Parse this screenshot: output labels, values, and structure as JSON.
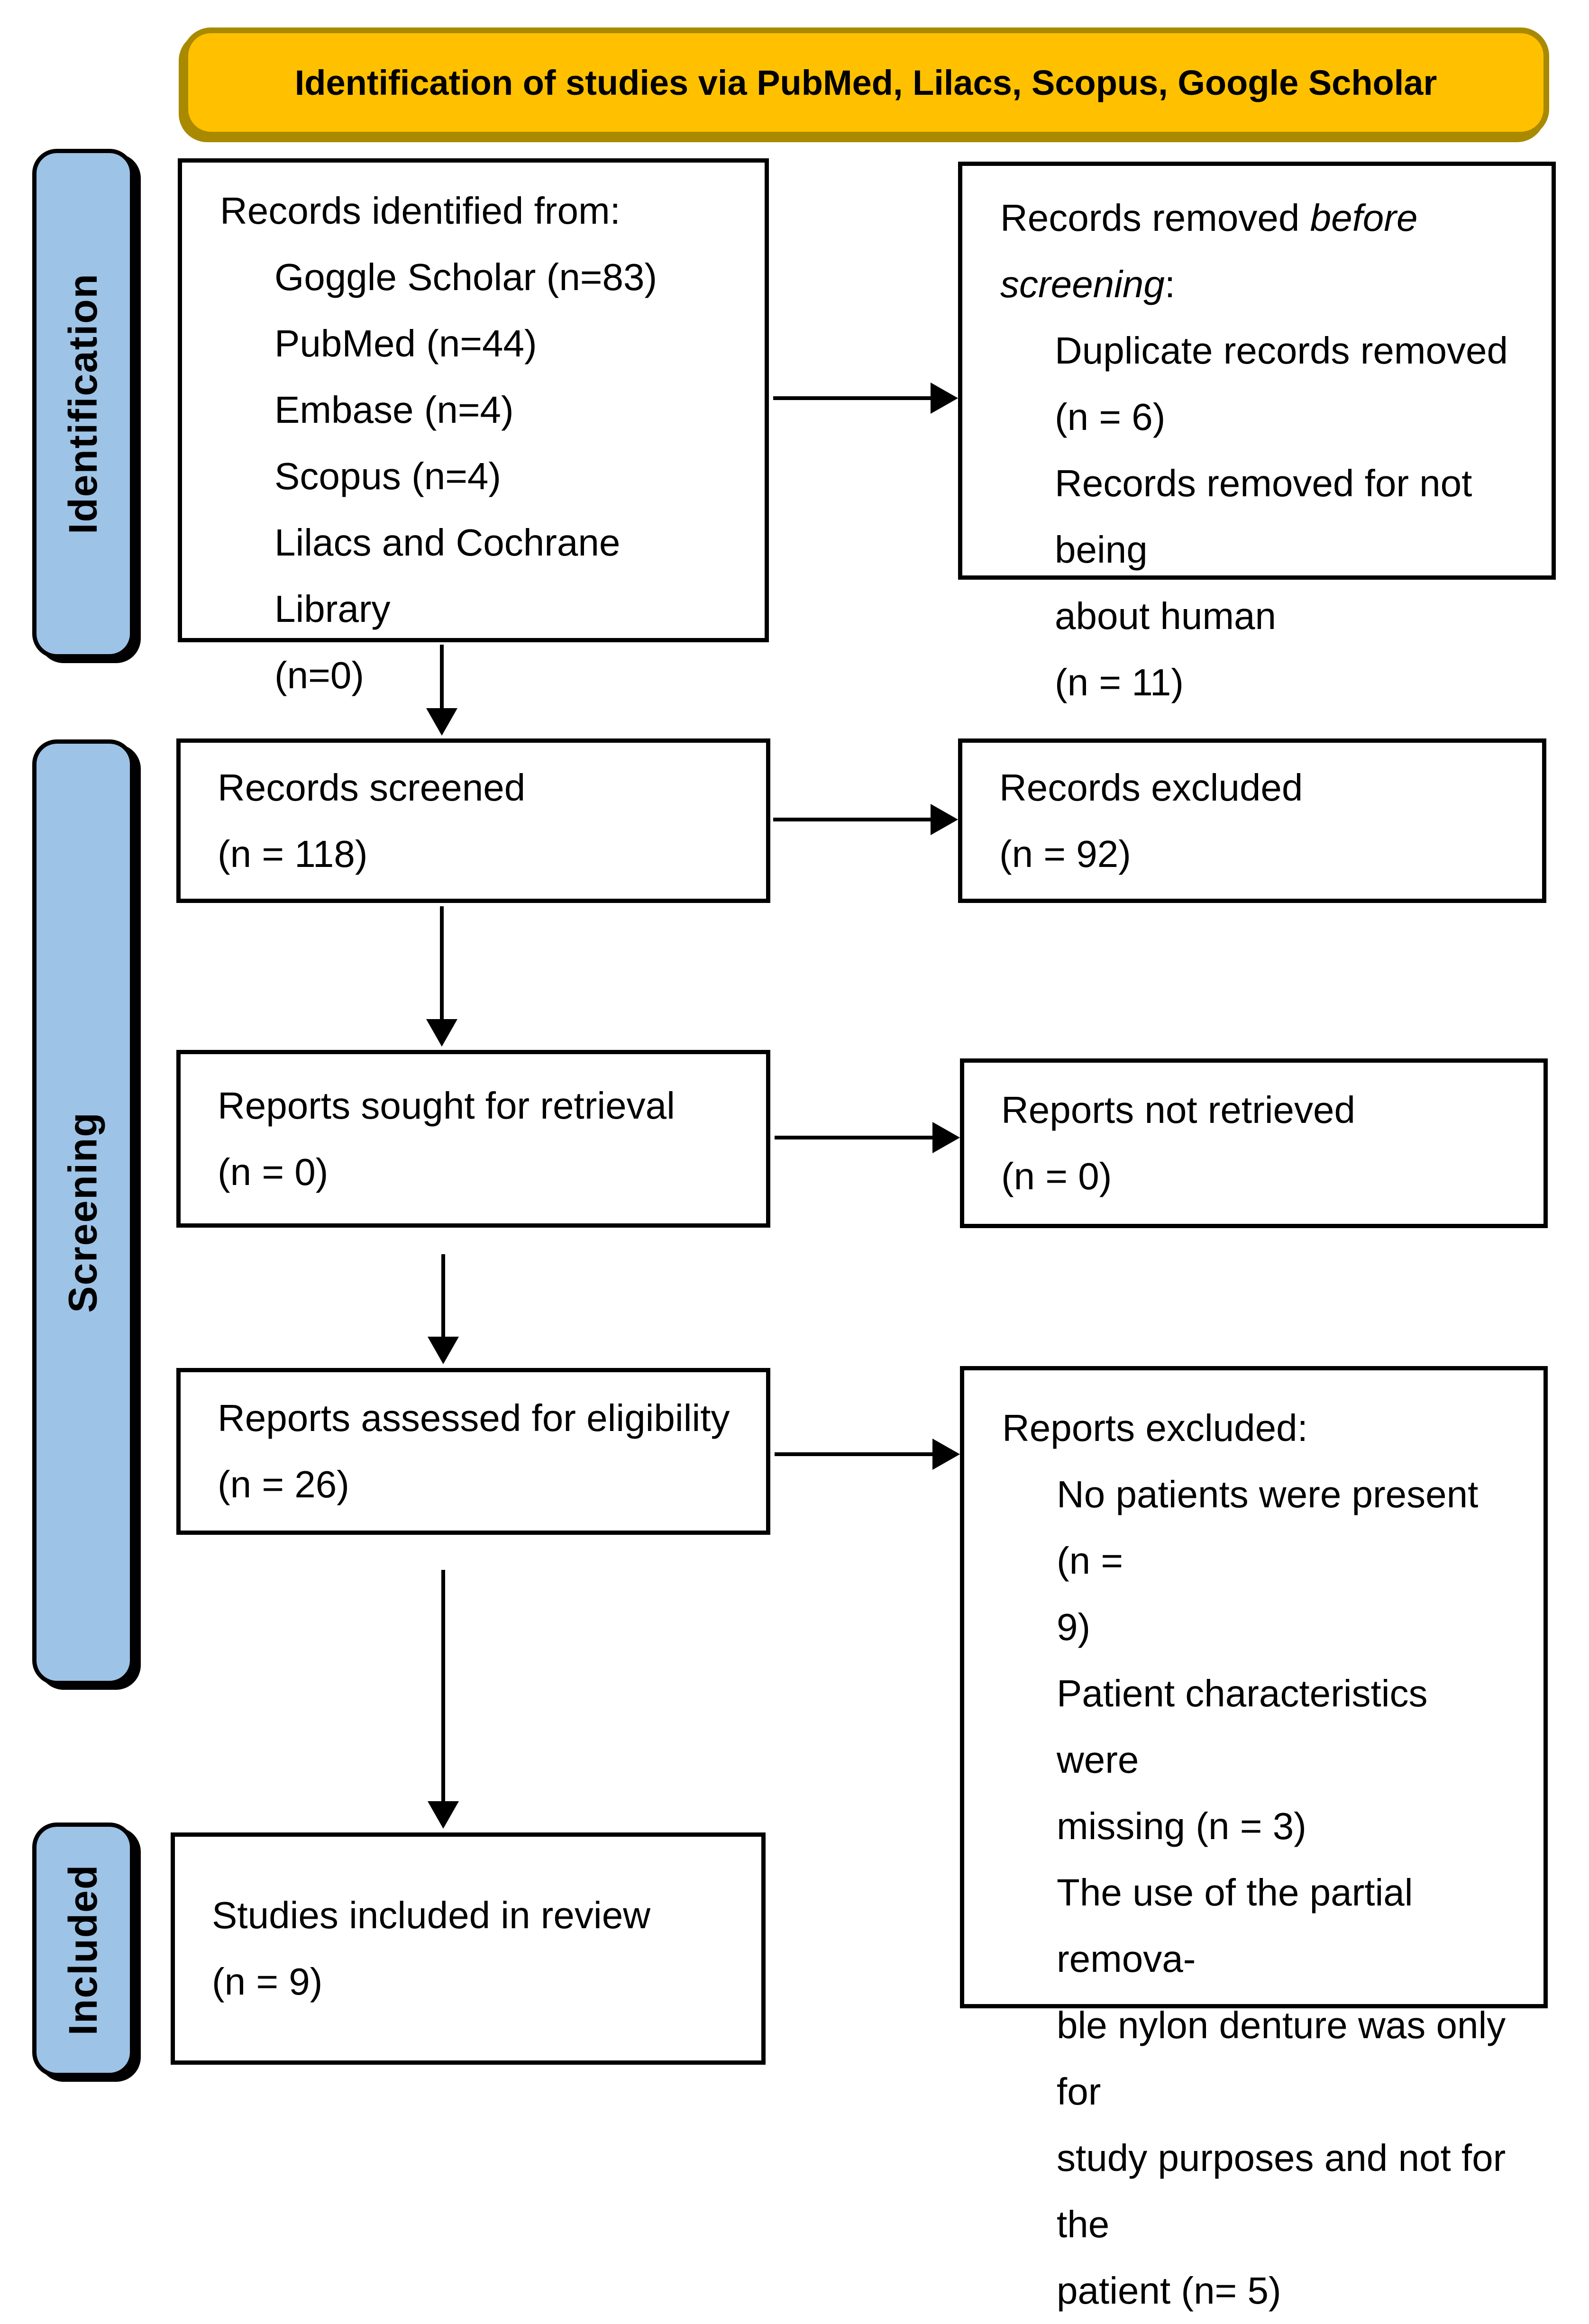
{
  "colors": {
    "banner_fill": "#FFC000",
    "banner_border": "#A98900",
    "stage_fill": "#9DC3E6",
    "stage_border": "#000000",
    "box_border": "#000000"
  },
  "banner": {
    "title": "Identification of studies via PubMed, Lilacs, Scopus, Google Scholar"
  },
  "stages": {
    "identification": "Identification",
    "screening": "Screening",
    "included": "Included"
  },
  "boxes": {
    "identified": {
      "heading": "Records identified from:",
      "items": "Goggle Scholar (n=83)\nPubMed (n=44)\nEmbase (n=4)\nScopus (n=4)\nLilacs and Cochrane Library\n(n=0)"
    },
    "removed": {
      "heading_prefix": "Records removed ",
      "heading_italic": "before screening",
      "heading_suffix": ":",
      "items": "Duplicate records removed\n(n = 6)\nRecords removed for not being\nabout human\n(n = 11)"
    },
    "screened": {
      "text": "Records screened\n(n = 118)"
    },
    "excluded": {
      "text": "Records excluded\n(n = 92)"
    },
    "sought": {
      "text": "Reports sought for retrieval\n(n = 0)"
    },
    "not_retrieved": {
      "text": "Reports not retrieved\n(n = 0)"
    },
    "assessed": {
      "text": "Reports assessed for eligibility\n(n = 26)"
    },
    "reports_excluded": {
      "heading": "Reports excluded:",
      "items": "No patients were present (n =\n9)\nPatient characteristics were\nmissing (n = 3)\nThe use of the partial remova-\nble nylon denture was only for\nstudy purposes and not for the\npatient (n= 5)"
    },
    "included_review": {
      "text": "Studies included in review\n(n = 9)"
    }
  }
}
